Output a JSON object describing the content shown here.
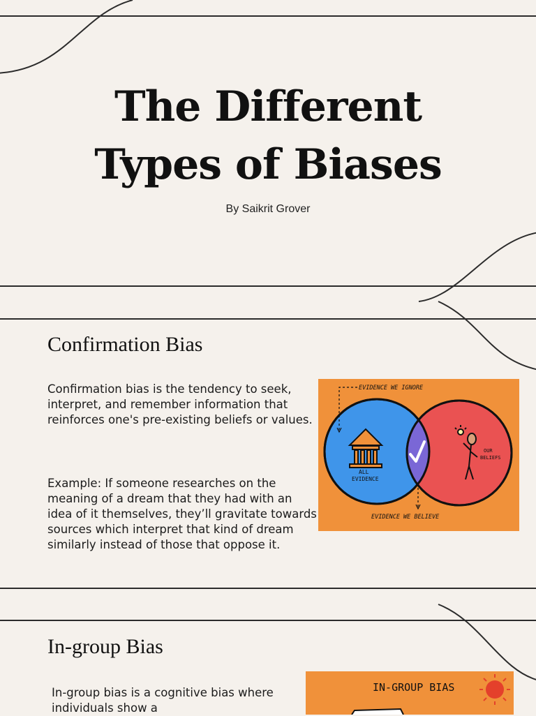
{
  "header": {
    "title_line1": "The Different",
    "title_line2": "Types of Biases",
    "byline": "By Saikrit Grover"
  },
  "sections": [
    {
      "heading": "Confirmation Bias",
      "paragraphs": [
        "Confirmation bias is the tendency to seek, interpret, and remember information that reinforces one's pre-existing beliefs or values.",
        "Example: If someone researches on the meaning of a dream that they had with an idea of it themselves, they’ll gravitate towards sources which interpret that kind of dream similarly instead of those that oppose it."
      ],
      "figure": {
        "top_label": "EVIDENCE WE IGNORE",
        "bottom_label": "EVIDENCE WE BELIEVE",
        "left_label_1": "ALL",
        "left_label_2": "EVIDENCE",
        "right_label_1": "OUR",
        "right_label_2": "BELIEFS",
        "colors": {
          "background": "#f0913a",
          "left_circle": "#3f95ea",
          "right_circle": "#ea5252",
          "overlap": "#7a67d6"
        }
      }
    },
    {
      "heading": "In-group Bias",
      "paragraphs": [
        "In-group bias is a cognitive bias where individuals show a"
      ],
      "figure": {
        "title": "IN-GROUP BIAS",
        "colors": {
          "background": "#f0913a",
          "sun": "#e4402b"
        }
      }
    }
  ]
}
